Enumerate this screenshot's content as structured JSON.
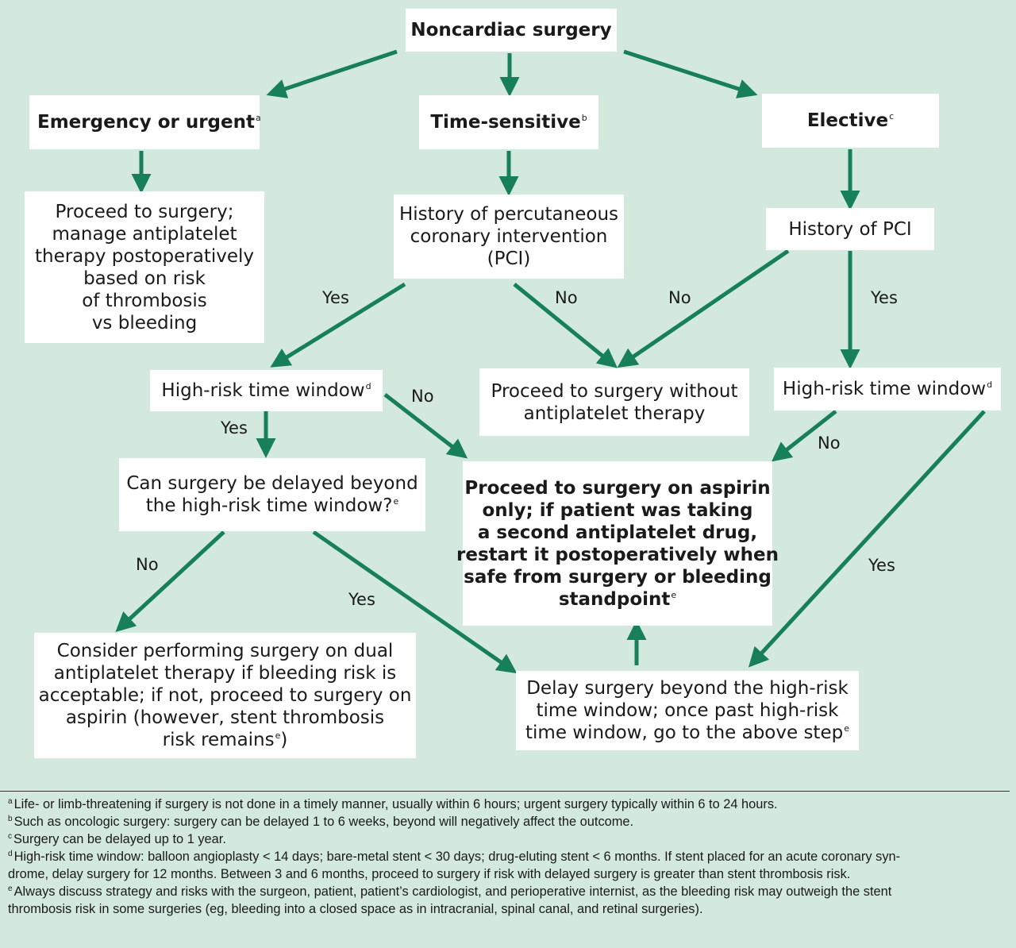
{
  "boxes": {
    "root": "Noncardiac surgery",
    "emergency": {
      "text": "Emergency or urgent",
      "sup": "a"
    },
    "time_sensitive": {
      "text": "Time-sensitive",
      "sup": "b"
    },
    "elective": {
      "text": "Elective",
      "sup": "c"
    },
    "proceed_manage": [
      "Proceed to surgery;",
      "manage antiplatelet",
      "therapy postoperatively",
      "based on risk",
      "of thrombosis",
      "vs bleeding"
    ],
    "history_pci_long": [
      "History of percutaneous",
      "coronary intervention",
      "(PCI)"
    ],
    "history_pci": "History of PCI",
    "high_risk_left": {
      "text": "High-risk time window",
      "sup": "d"
    },
    "proceed_without": [
      "Proceed to surgery without",
      "antiplatelet therapy"
    ],
    "high_risk_right": {
      "text": "High-risk time window",
      "sup": "d"
    },
    "can_delay": {
      "lines": [
        "Can surgery be delayed beyond",
        "the high-risk time window?"
      ],
      "sup": "e"
    },
    "proceed_aspirin": {
      "lines": [
        "Proceed to surgery on aspirin",
        "only; if patient was taking",
        "a second antiplatelet drug,",
        "restart it postoperatively when",
        "safe from surgery or bleeding",
        "standpoint"
      ],
      "sup": "e"
    },
    "consider_dual": {
      "lines": [
        "Consider performing surgery on dual",
        "antiplatelet therapy if bleeding risk is",
        "acceptable; if not, proceed to surgery on",
        "aspirin (however, stent thrombosis",
        "risk remains"
      ],
      "sup": "e",
      "tail": ")"
    },
    "delay_surgery": {
      "lines": [
        "Delay surgery beyond the high-risk",
        "time window; once past high-risk",
        "time window, go to the above step"
      ],
      "sup": "e"
    }
  },
  "edge_labels": {
    "yes": "Yes",
    "no": "No"
  },
  "footnotes": [
    {
      "mark": "a",
      "text": "Life- or limb-threatening if surgery is not done in a timely manner, usually within 6 hours; urgent surgery typically within 6 to 24 hours."
    },
    {
      "mark": "b",
      "text": "Such as oncologic surgery: surgery can be delayed 1 to 6 weeks, beyond will negatively affect the outcome."
    },
    {
      "mark": "c",
      "text": "Surgery can be delayed up to 1 year."
    },
    {
      "mark": "d",
      "text": "High-risk time window: balloon angioplasty < 14 days; bare-metal stent < 30 days; drug-eluting stent < 6 months. If stent placed for an acute coronary syn-",
      "cont": "drome, delay surgery for 12 months. Between 3 and 6 months, proceed to surgery if risk with delayed surgery is greater than stent thrombosis risk."
    },
    {
      "mark": "e",
      "text": "Always discuss strategy and risks with the surgeon, patient, patient’s cardiologist, and perioperative internist, as the bleeding risk may outweigh the stent",
      "cont": "thrombosis risk in some surgeries (eg, bleeding into a closed space as in intracranial, spinal canal, and retinal surgeries)."
    }
  ],
  "colors": {
    "arrow": "#17805a",
    "background": "#d3e9dd",
    "box": "#ffffff"
  }
}
